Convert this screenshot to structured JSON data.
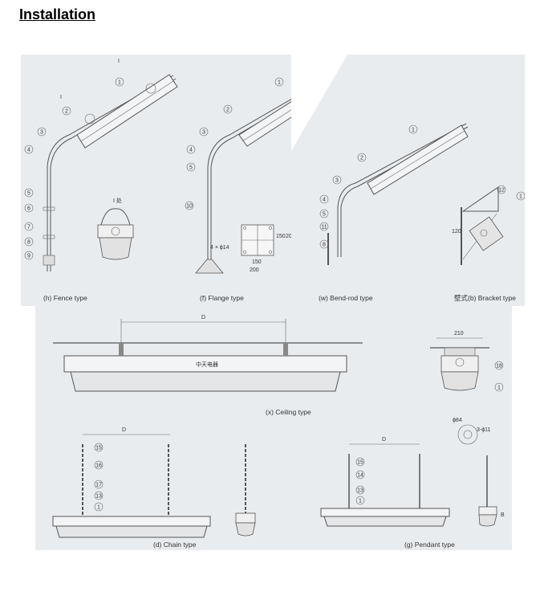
{
  "heading": "Installation",
  "captions": {
    "fence": "(h) Fence type",
    "flange": "(f) Flange type",
    "bend_rod": "(w) Bend-rod type",
    "bracket": "壁式(b) Bracket type",
    "ceiling": "(x) Ceiling type",
    "chain": "(d) Chain type",
    "pendant": "(g) Pendant type"
  },
  "labels": {
    "detail_i": "I",
    "detail_i_view": "I 处",
    "flange_holes": "4 × ϕ14",
    "dim_150": "150",
    "dim_200": "200",
    "dim_120": "120",
    "dim_210": "210",
    "dim_d": "D",
    "dim_84": "ϕ84",
    "dim_3x11": "3-ϕ11",
    "dim_b": "B",
    "lamp_text": "中天电器"
  },
  "callouts": {
    "c1": "1",
    "c2": "2",
    "c3": "3",
    "c4": "4",
    "c5": "5",
    "c6": "6",
    "c7": "7",
    "c8": "8",
    "c9": "9",
    "c10": "10",
    "c11": "11",
    "c12": "12",
    "c13": "13",
    "c14": "14",
    "c15": "15",
    "c16": "16",
    "c17": "17",
    "c18": "18"
  }
}
